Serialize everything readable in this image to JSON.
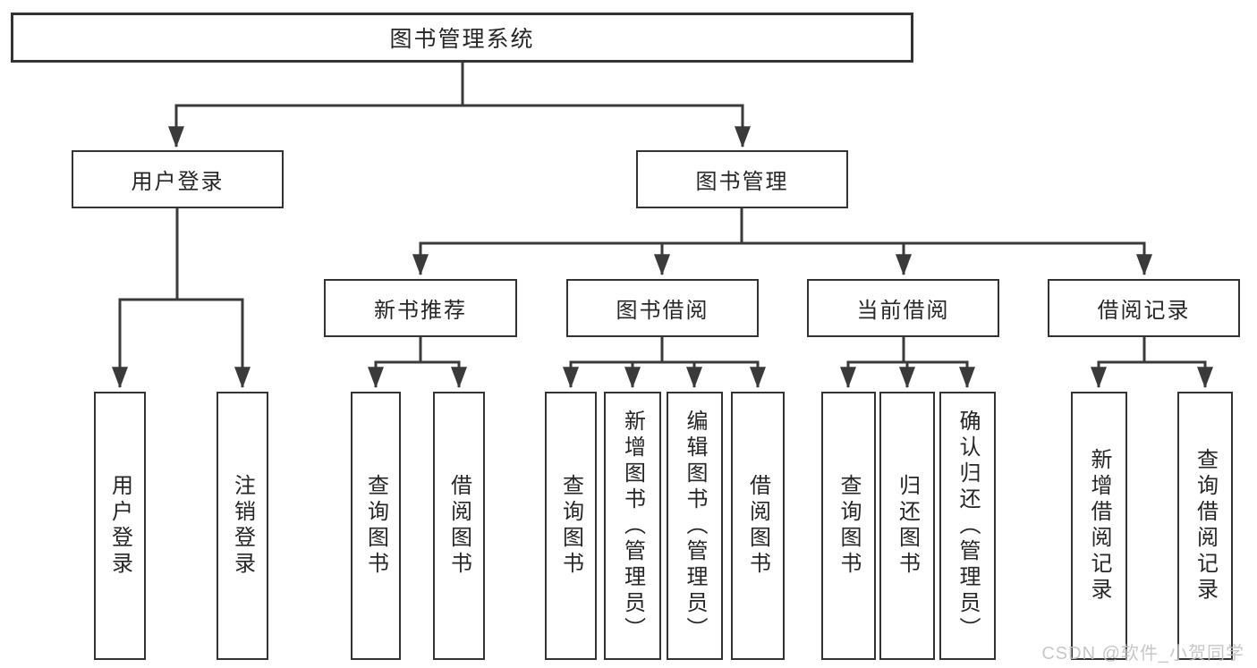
{
  "colors": {
    "line": "#3a3a3a",
    "box_border": "#333333",
    "text": "#262626",
    "background": "#ffffff",
    "watermark": "#c2c2c2"
  },
  "watermark": {
    "text": "CSDN @软件_小贺同学"
  },
  "tree": {
    "label": "图书管理系统",
    "children": [
      {
        "label": "用户登录",
        "children": [
          {
            "label": "用户登录"
          },
          {
            "label": "注销登录"
          }
        ]
      },
      {
        "label": "图书管理",
        "children": [
          {
            "label": "新书推荐",
            "children": [
              {
                "label": "查询图书"
              },
              {
                "label": "借阅图书"
              }
            ]
          },
          {
            "label": "图书借阅",
            "children": [
              {
                "label": "查询图书"
              },
              {
                "label": "新增图书（管理员）"
              },
              {
                "label": "编辑图书（管理员）"
              },
              {
                "label": "借阅图书"
              }
            ]
          },
          {
            "label": "当前借阅",
            "children": [
              {
                "label": "查询图书"
              },
              {
                "label": "归还图书"
              },
              {
                "label": "确认归还（管理员）"
              }
            ]
          },
          {
            "label": "借阅记录",
            "children": [
              {
                "label": "新增借阅记录"
              },
              {
                "label": "查询借阅记录"
              }
            ]
          }
        ]
      }
    ]
  }
}
